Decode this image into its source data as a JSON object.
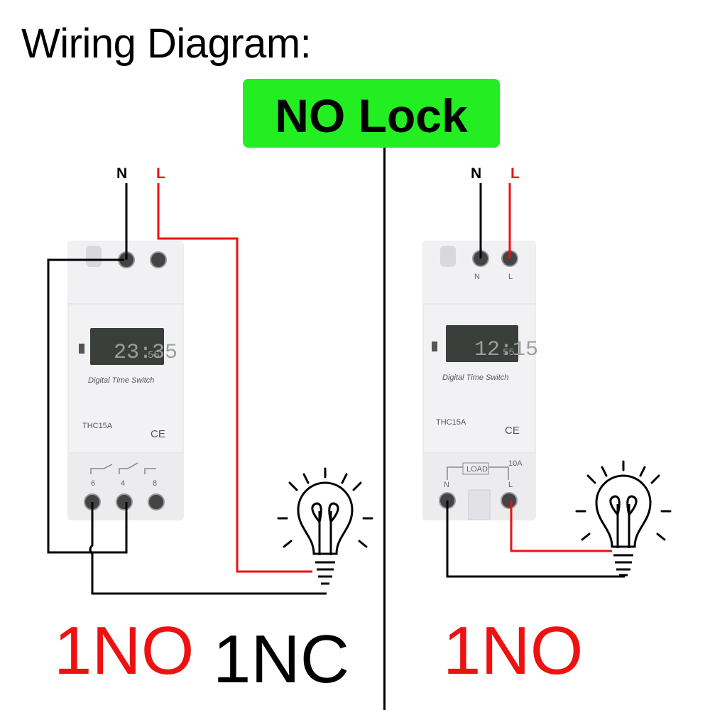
{
  "title": "Wiring Diagram:",
  "mode_badge": "NO Lock",
  "colors": {
    "badge": "#22ee22",
    "live_wire": "#ee1111",
    "neutral_wire": "#000000"
  },
  "left": {
    "terminal_n": "N",
    "terminal_l": "L",
    "device_label": "Digital Time Switch",
    "model": "THC15A",
    "mark": "CE",
    "display": "23:35",
    "display_sec": "55",
    "bottom_terminals": [
      "6",
      "4",
      "8"
    ],
    "caption_red": "1NO",
    "caption_black": "1NC"
  },
  "right": {
    "terminal_n": "N",
    "terminal_l": "L",
    "device_label": "Digital Time Switch",
    "model": "THC15A",
    "mark": "CE",
    "display": "12:15",
    "display_sec": "55",
    "top_n": "N",
    "top_l": "L",
    "load_label": "LOAD",
    "rating": "10A",
    "bottom_n": "N",
    "bottom_l": "L",
    "caption": "1NO"
  }
}
